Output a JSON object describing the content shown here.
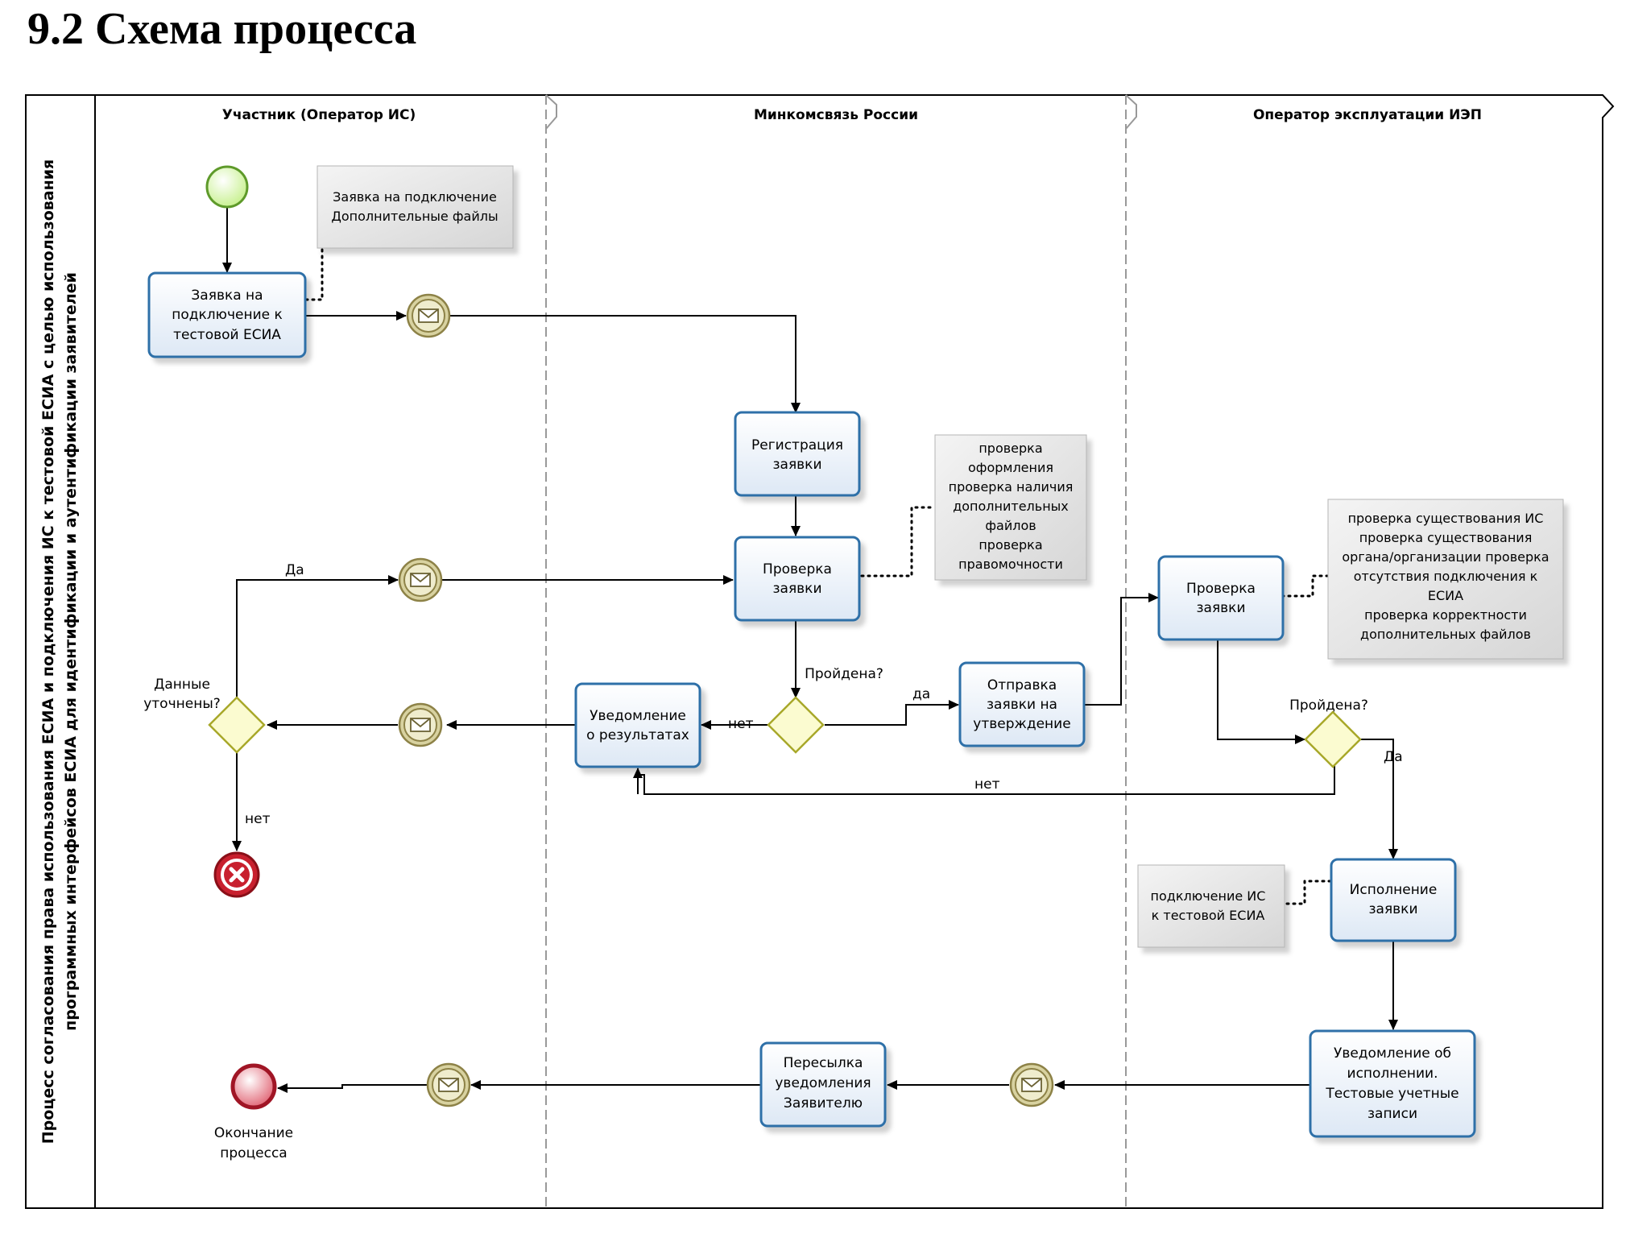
{
  "page": {
    "heading": "9.2 Схема процесса"
  },
  "pool": {
    "title_line1": "Процесс согласования права использования ЕСИА и подключения ИС к тестовой ЕСИА с целью использования",
    "title_line2": "программных интерфейсов ЕСИА для идентификации и аутентификации заявителей"
  },
  "lanes": [
    {
      "name": "Участник (Оператор ИС)"
    },
    {
      "name": "Минкомсвязь России"
    },
    {
      "name": "Оператор эксплуатации ИЭП"
    }
  ],
  "tasks": {
    "apply": {
      "lines": [
        "Заявка на",
        "подключение к",
        "тестовой ЕСИА"
      ]
    },
    "register": {
      "lines": [
        "Регистрация",
        "заявки"
      ]
    },
    "check1": {
      "lines": [
        "Проверка",
        "заявки"
      ]
    },
    "notify_result": {
      "lines": [
        "Уведомление",
        "о результатах"
      ]
    },
    "send_approval": {
      "lines": [
        "Отправка",
        "заявки на",
        "утверждение"
      ]
    },
    "check2": {
      "lines": [
        "Проверка",
        "заявки"
      ]
    },
    "execute": {
      "lines": [
        "Исполнение",
        "заявки"
      ]
    },
    "notify_exec": {
      "lines": [
        "Уведомление об",
        "исполнении.",
        "Тестовые учетные",
        "записи"
      ]
    },
    "forward": {
      "lines": [
        "Пересылка",
        "уведомления",
        "Заявителю"
      ]
    }
  },
  "annotations": {
    "a1": {
      "lines": [
        "Заявка на подключение",
        "Дополнительные файлы"
      ]
    },
    "a2": {
      "lines": [
        "проверка",
        "оформления",
        "проверка наличия",
        "дополнительных",
        "файлов",
        "проверка",
        "правомочности"
      ]
    },
    "a3": {
      "lines": [
        "проверка существования ИС",
        "проверка существования",
        "органа/организации проверка",
        "отсутствия подключения к",
        "ЕСИА",
        "проверка корректности",
        "дополнительных файлов"
      ]
    },
    "a4": {
      "lines": [
        "подключение ИС",
        "к тестовой ЕСИА"
      ]
    }
  },
  "gateways": {
    "data_clarified": {
      "lines": [
        "Данные",
        "уточнены?"
      ]
    },
    "passed1": {
      "label": "Пройдена?"
    },
    "passed2": {
      "label": "Пройдена?"
    }
  },
  "flow_labels": {
    "yes1": "Да",
    "no1": "нет",
    "yes2": "да",
    "no2": "нет",
    "no3": "нет",
    "yes3": "Да"
  },
  "end_event": {
    "lines": [
      "Окончание",
      "процесса"
    ]
  },
  "colors": {
    "task_border": "#2e6fa8",
    "task_fill_top": "#ffffff",
    "task_fill_bottom": "#dde8f5",
    "gateway_fill": "#fbfbd0",
    "start_fill": "#c5f08a",
    "end_fill": "#e06070",
    "error_fill": "#c8202e",
    "message_fill": "#d8d2a0"
  }
}
